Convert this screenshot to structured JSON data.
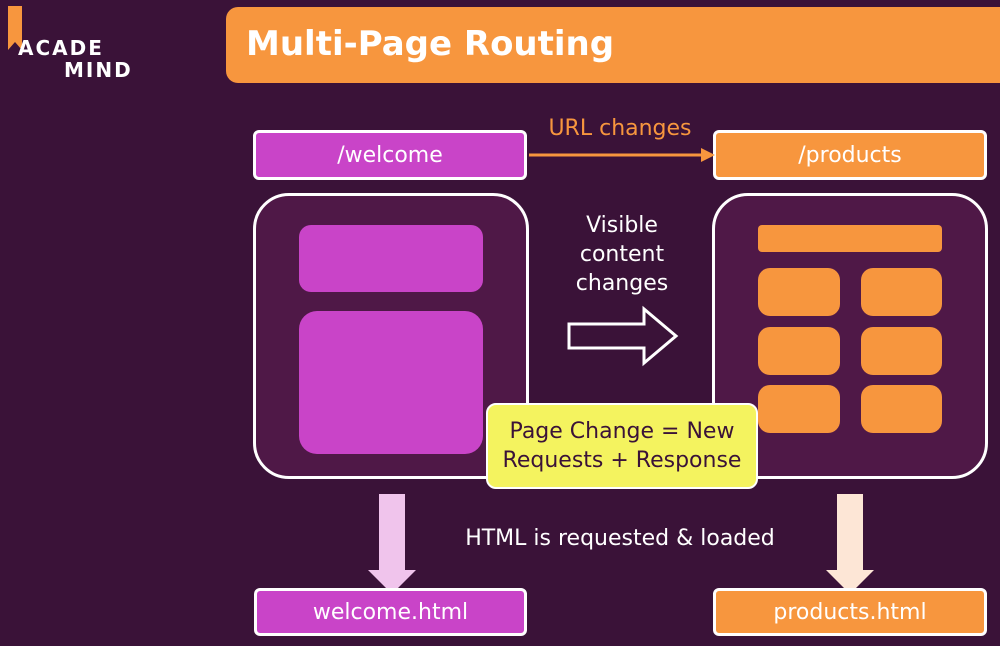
{
  "logo": {
    "line1": "ACADE",
    "line2": "MIND"
  },
  "header": {
    "title": "Multi-Page Routing"
  },
  "diagram": {
    "left_url": "/welcome",
    "right_url": "/products",
    "url_change_label": "URL changes",
    "content_change_label": [
      "Visible",
      "content",
      "changes"
    ],
    "note_lines": [
      "Page Change = New",
      "Requests + Response"
    ],
    "request_label": "HTML is requested & loaded",
    "left_file": "welcome.html",
    "right_file": "products.html"
  },
  "colors": {
    "background": "#3a1238",
    "accent_orange": "#f7963e",
    "accent_purple": "#c944c8",
    "note_yellow": "#f4f35f",
    "light_pink": "#f0c4ec",
    "light_peach": "#fde6d6"
  }
}
